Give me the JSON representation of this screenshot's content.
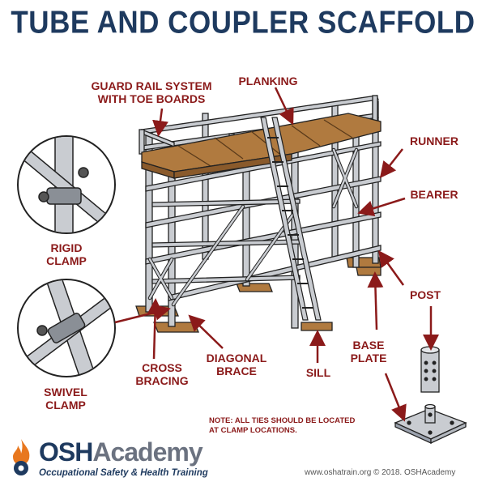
{
  "title": "TUBE AND COUPLER SCAFFOLD",
  "labels": {
    "guard_rail": "GUARD RAIL SYSTEM\nWITH TOE BOARDS",
    "planking": "PLANKING",
    "runner": "RUNNER",
    "bearer": "BEARER",
    "rigid_clamp": "RIGID\nCLAMP",
    "swivel_clamp": "SWIVEL\nCLAMP",
    "post": "POST",
    "base_plate": "BASE\nPLATE",
    "cross_bracing": "CROSS\nBRACING",
    "diagonal_brace": "DIAGONAL\nBRACE",
    "sill": "SILL"
  },
  "note": "NOTE: ALL TIES SHOULD BE LOCATED\nAT CLAMP LOCATIONS.",
  "credit": "www.oshatrain.org © 2018. OSHAcademy",
  "logo": {
    "name_part1": "OSH",
    "name_part2": "Academy",
    "tagline": "Occupational Safety & Health Training"
  },
  "colors": {
    "title": "#1e3a5f",
    "label": "#8b1a1a",
    "tube": "#c9ccd1",
    "plank": "#b07a3f",
    "arrow": "#8b1a1a"
  }
}
